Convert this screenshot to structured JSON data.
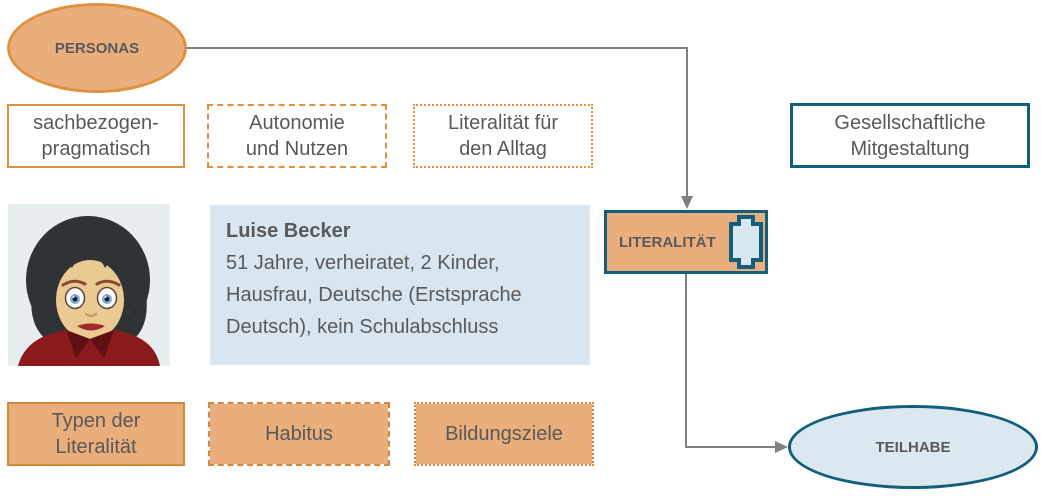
{
  "colors": {
    "orange_fill": "#EAAE7C",
    "orange_border": "#DF9240",
    "teal_border": "#115E7D",
    "light_blue_fill": "#DCE8F0",
    "info_box_fill": "#D9E6F0",
    "text_gray": "#595959",
    "connector_gray": "#808080"
  },
  "nodes": {
    "personas": {
      "label": "PERSONAS"
    },
    "gesellschaftliche": {
      "label": "Gesellschaftliche\nMitgestaltung"
    },
    "literalitaet": {
      "label": "LITERALITÄT",
      "icon": "cartouche-icon"
    },
    "teilhabe": {
      "label": "TEILHABE"
    }
  },
  "top_row": [
    {
      "label": "sachbezogen-\npragmatisch",
      "border_style": "solid"
    },
    {
      "label": "Autonomie\nund Nutzen",
      "border_style": "dashed"
    },
    {
      "label": "Literalität für\nden Alltag",
      "border_style": "dotted"
    }
  ],
  "bottom_row": [
    {
      "label": "Typen der\nLiteralität",
      "border_style": "solid"
    },
    {
      "label": "Habitus",
      "border_style": "dashed"
    },
    {
      "label": "Bildungsziele",
      "border_style": "dotted"
    }
  ],
  "persona": {
    "name": "Luise Becker",
    "details": "51 Jahre, verheiratet, 2 Kinder, Hausfrau, Deutsche (Erstsprache Deutsch), kein Schulabschluss",
    "avatar": "woman-avatar"
  }
}
